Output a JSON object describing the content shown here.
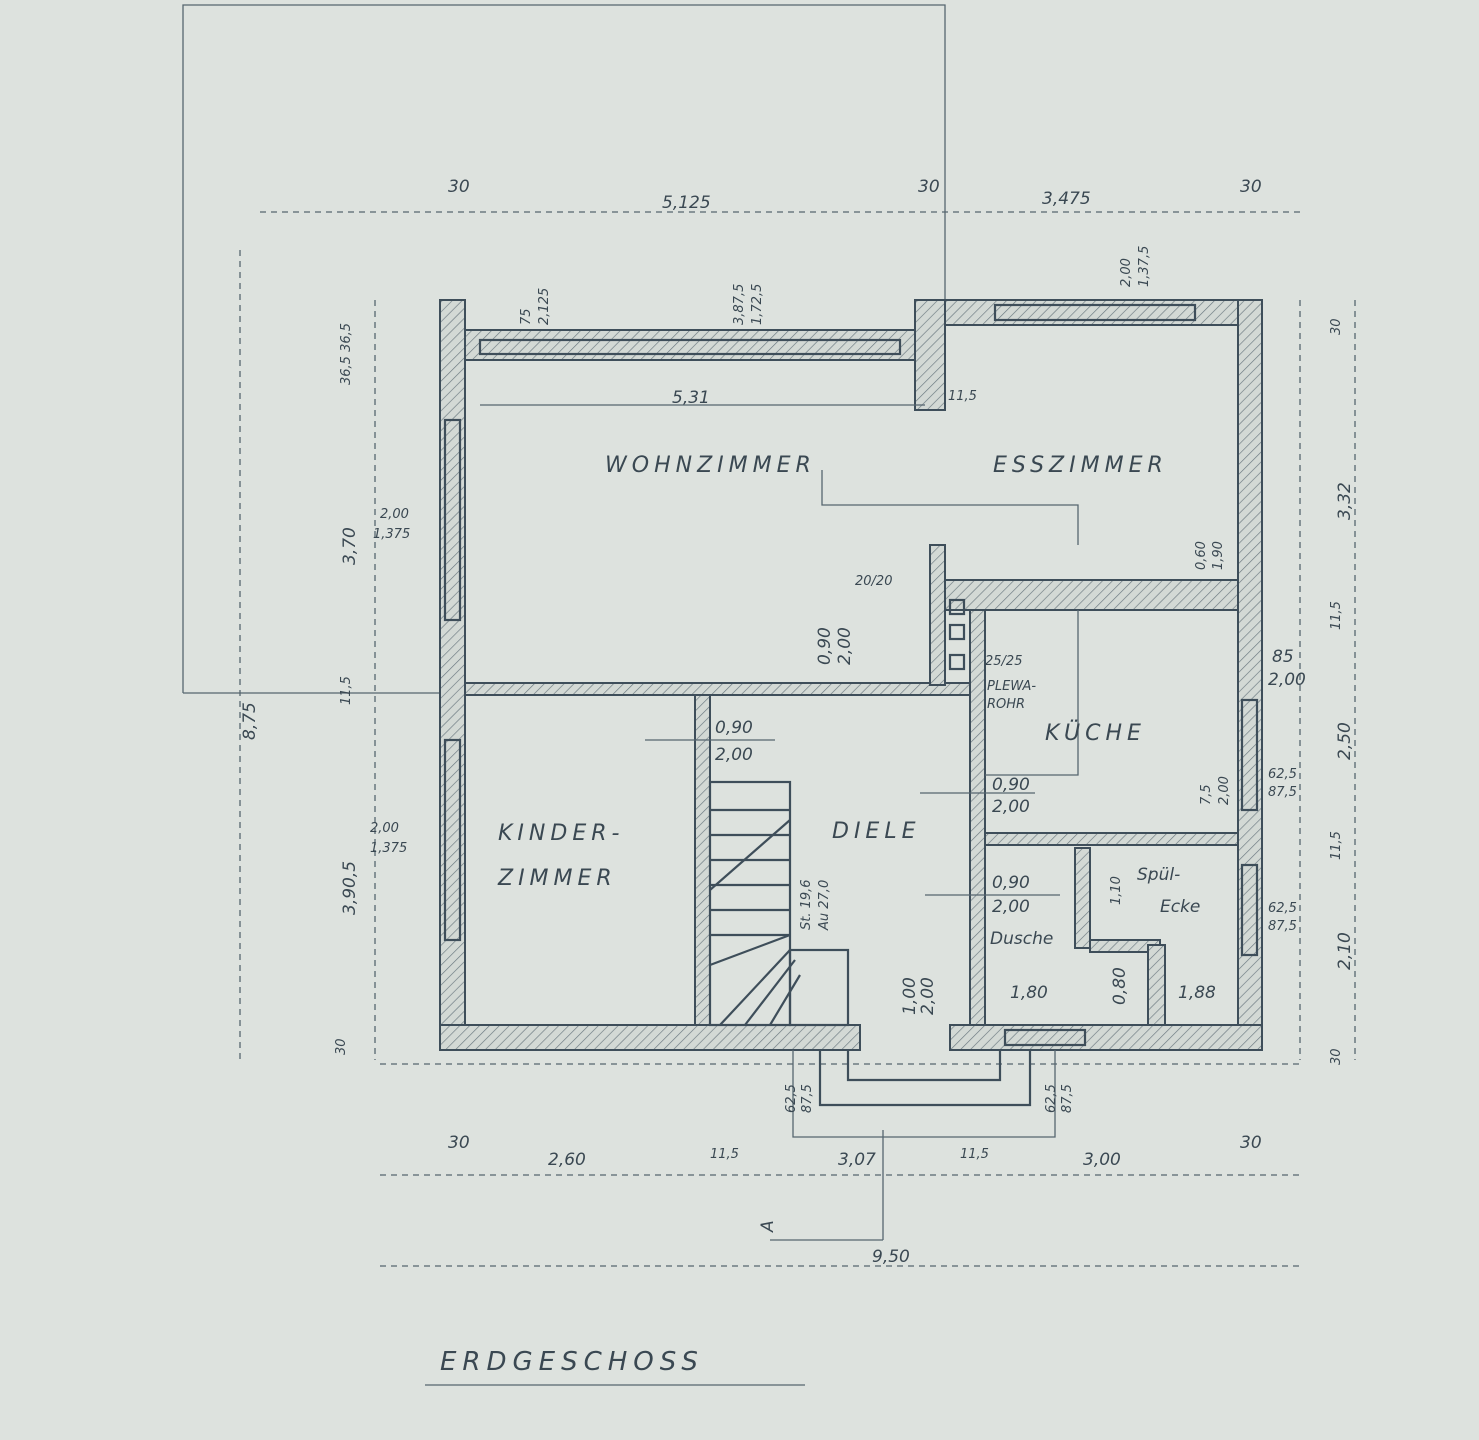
{
  "title": "ERDGESCHOSS",
  "rooms": {
    "wohnzimmer": "WOHNZIMMER",
    "esszimmer": "ESSZIMMER",
    "kueche": "KÜCHE",
    "diele": "DIELE",
    "kinder_1": "KINDER-",
    "kinder_2": "ZIMMER",
    "spuel_1": "Spül-",
    "spuel_2": "Ecke",
    "dusche": "Dusche",
    "plewa_1": "PLEWA-",
    "plewa_2": "ROHR"
  },
  "dimensions": {
    "top": [
      "30",
      "5,125",
      "30",
      "3,475",
      "30"
    ],
    "bottom": [
      "30",
      "2,60",
      "11,5",
      "3,07",
      "11,5",
      "3,00",
      "30"
    ],
    "overall_width": "9,50",
    "overall_depth": "8,75",
    "left": [
      "3,70",
      "3,90,5",
      "30",
      "11,5",
      "36,5 36,5"
    ],
    "right": [
      "30",
      "3,32",
      "11,5",
      "2,50",
      "11,5",
      "2,10",
      "30"
    ],
    "inner_width": "5,31",
    "wall_11_5": "11,5",
    "chimney": "20/20",
    "plewa": "25/25",
    "windows": {
      "top_left": [
        "75",
        "2,125"
      ],
      "top_mid": [
        "3,87,5",
        "1,72,5"
      ],
      "top_right": [
        "2,00",
        "1,37,5"
      ],
      "left_upper": [
        "2,00",
        "1,375"
      ],
      "left_lower": [
        "2,00",
        "1,375"
      ],
      "right_kitchen": [
        "85",
        "2,00"
      ],
      "right_mid": [
        "62,5",
        "87,5"
      ],
      "right_lower": [
        "62,5",
        "87,5"
      ],
      "entrance_left": [
        "62,5",
        "87,5"
      ],
      "entrance_right": [
        "62,5",
        "87,5"
      ],
      "ess_kitchen": [
        "0,60",
        "1,90"
      ]
    },
    "doors": {
      "wohn": [
        "0,90",
        "2,00"
      ],
      "kinder": [
        "0,90",
        "2,00"
      ],
      "kueche": [
        "0,90",
        "2,00"
      ],
      "dusche": [
        "0,90",
        "2,00"
      ],
      "entrance": [
        "1,00",
        "2,00"
      ],
      "kueche_side": [
        "7,5",
        "2,00"
      ]
    },
    "stairs": [
      "St. 19,6",
      "Au 27,0"
    ],
    "dusche_w": "1,80",
    "dusche_d": "0,80",
    "spuel_w": "1,88",
    "spuel_d": "1,10"
  },
  "section_marker": "A"
}
